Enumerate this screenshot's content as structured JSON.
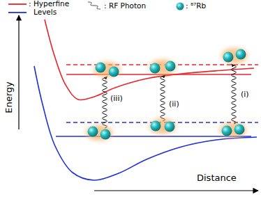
{
  "diagram": {
    "labels": [
      "Energy",
      "Distance",
      "(iii)",
      "(ii)",
      "(i)"
    ],
    "legend": [
      {
        "text": ": Hyperfine"
      },
      {
        "text": "Levels"
      },
      {
        "text": ": RF Photon"
      },
      {
        "text": ": ⁸⁷Rb"
      }
    ]
  }
}
